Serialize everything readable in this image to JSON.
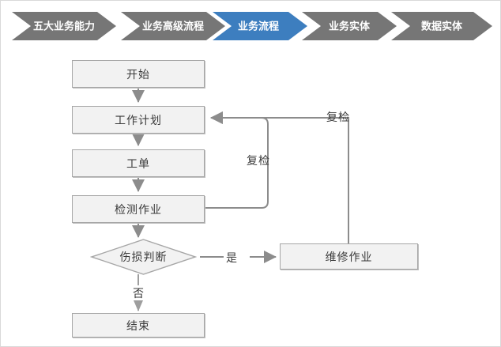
{
  "breadcrumb": {
    "active_color": "#3d7ebf",
    "inactive_color": "#767676",
    "items": [
      {
        "label": "五大业务能力",
        "active": false
      },
      {
        "label": "业务高级流程",
        "active": false
      },
      {
        "label": "业务流程",
        "active": true
      },
      {
        "label": "业务实体",
        "active": false
      },
      {
        "label": "数据实体",
        "active": false
      }
    ]
  },
  "flowchart": {
    "type": "flowchart",
    "node_fill": "#f2f2f2",
    "node_border": "#a6a6a6",
    "connector_color": "#8c8c8c",
    "nodes": [
      {
        "id": "start",
        "label": "开始",
        "shape": "rect"
      },
      {
        "id": "plan",
        "label": "工作计划",
        "shape": "rect"
      },
      {
        "id": "workorder",
        "label": "工单",
        "shape": "rect"
      },
      {
        "id": "inspect",
        "label": "检测作业",
        "shape": "rect"
      },
      {
        "id": "decision",
        "label": "伤损判断",
        "shape": "diamond"
      },
      {
        "id": "repair",
        "label": "维修作业",
        "shape": "rect"
      },
      {
        "id": "end",
        "label": "结束",
        "shape": "rect"
      }
    ],
    "edge_labels": {
      "recheck_inner": "复检",
      "recheck_outer": "复检",
      "yes": "是",
      "no": "否"
    }
  }
}
